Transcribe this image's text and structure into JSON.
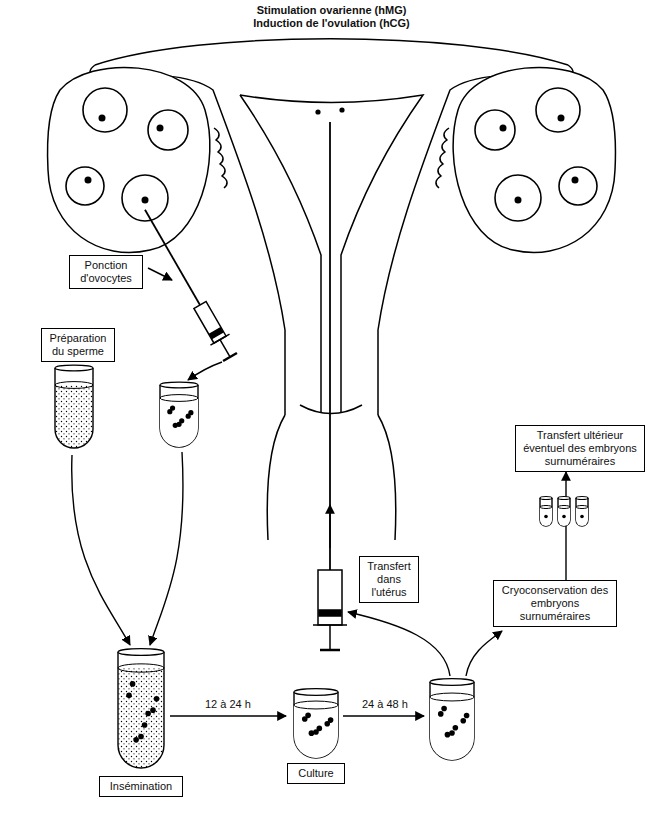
{
  "diagram": {
    "nodes": [
      {
        "text": [
          "Ponction d'ovocytes"
        ]
      },
      {
        "text": [
          "Préparation du sperme"
        ]
      },
      {
        "text": [
          "Transfert ultérieur éventuel des embryons surnuméraires"
        ]
      },
      {
        "text": [
          "Transfert dans l'utérus"
        ]
      },
      {
        "text": [
          "Cryoconservation des embryons surnuméraires"
        ]
      },
      {
        "text": [
          "Insémination"
        ]
      },
      {
        "text": [
          "Culture"
        ]
      }
    ],
    "edges": [
      {
        "from": 4,
        "to": 2,
        "arrow": "to"
      }
    ],
    "labels": [
      "Stimulation ovarienne (hMG) Induction de l'ovulation (hCG)",
      "12 à 24 h",
      "24 à 48 h"
    ]
  }
}
